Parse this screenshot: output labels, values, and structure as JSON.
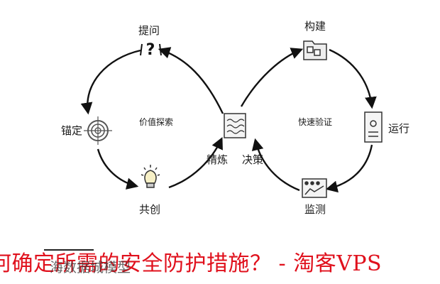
{
  "diagram": {
    "left_loop": {
      "center_label": "价值探索",
      "nodes": {
        "question": "提问",
        "anchor": "锚定",
        "cocreate": "共创",
        "refine": "精炼"
      }
    },
    "right_loop": {
      "center_label": "快速验证",
      "nodes": {
        "build": "构建",
        "run": "运行",
        "monitor": "监测",
        "decide": "决策"
      }
    },
    "icons": [
      "question-mark-icon",
      "target-icon",
      "lightbulb-icon",
      "document-icon",
      "folder-blocks-icon",
      "device-icon",
      "monitor-chart-icon"
    ]
  },
  "caption": "何确定所需的安全防护措施？ - 淘客VPS",
  "watermark": "海数据城模型"
}
